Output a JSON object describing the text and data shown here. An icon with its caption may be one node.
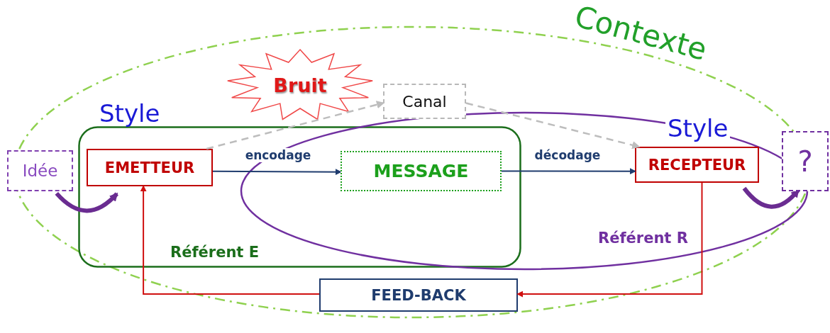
{
  "diagram": {
    "nodes": [
      {
        "text": [
          "Contexte"
        ]
      },
      {
        "text": [
          "Style",
          "Référent E"
        ],
        "in": 0
      },
      {
        "text": [
          "Style",
          "Référent R"
        ],
        "in": 0
      },
      {
        "text": [
          "Bruit"
        ],
        "in": 0
      },
      {
        "text": [
          "Canal"
        ],
        "in": 0
      },
      {
        "text": [
          "Idée"
        ]
      },
      {
        "text": [
          "EMETTEUR"
        ],
        "in": 1
      },
      {
        "text": [
          "MESSAGE"
        ]
      },
      {
        "text": [
          "RECEPTEUR"
        ],
        "in": 2
      },
      {
        "text": [
          "?"
        ]
      },
      {
        "text": [
          "FEED-BACK"
        ],
        "in": 0
      }
    ],
    "edges": [
      {
        "from": 6,
        "to": 7,
        "arrow": "to",
        "label": "encodage",
        "color": "#1f3c6e"
      },
      {
        "from": 7,
        "to": 8,
        "arrow": "to",
        "label": "décodage",
        "color": "#1f3c6e"
      },
      {
        "from": 6,
        "to": 4,
        "arrow": "to",
        "style": "dashed",
        "color": "#bdbdbd"
      },
      {
        "from": 4,
        "to": 8,
        "arrow": "to",
        "style": "dashed",
        "color": "#bdbdbd"
      },
      {
        "from": 5,
        "to": 6,
        "arrow": "to",
        "style": "thick",
        "color": "#6a2c91"
      },
      {
        "from": 8,
        "to": 9,
        "arrow": "to",
        "style": "thick",
        "color": "#6a2c91"
      },
      {
        "from": 8,
        "to": 10,
        "arrow": "to",
        "color": "#d01010"
      },
      {
        "from": 10,
        "to": 6,
        "arrow": "to",
        "color": "#d01010"
      }
    ]
  }
}
